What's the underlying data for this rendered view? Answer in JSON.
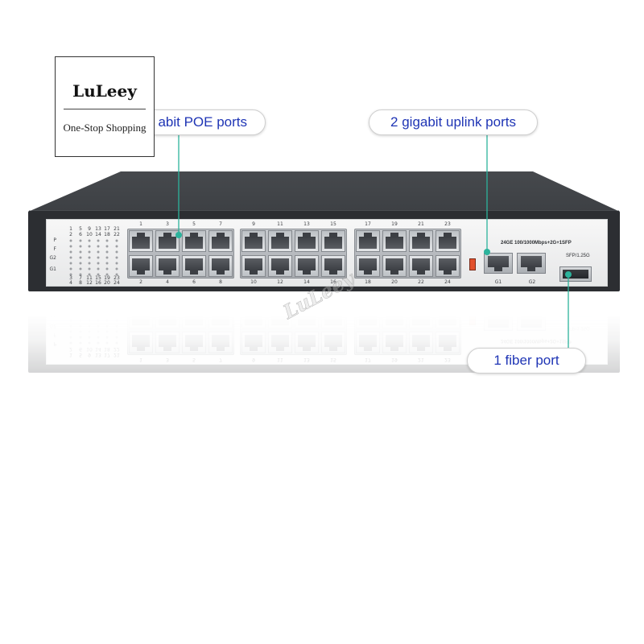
{
  "logo": {
    "brand": "LuLeey",
    "tagline": "One-Stop Shopping"
  },
  "callouts": {
    "poe_ports": "abit POE ports",
    "uplink_ports": "2 gigabit uplink ports",
    "fiber_port": "1 fiber port"
  },
  "switch": {
    "model": "24GE 100/1000Mbps+2G+1SFP",
    "top_ports": [
      "1",
      "3",
      "5",
      "7",
      "9",
      "11",
      "13",
      "15",
      "17",
      "19",
      "21",
      "23"
    ],
    "bottom_ports": [
      "2",
      "4",
      "6",
      "8",
      "10",
      "12",
      "14",
      "16",
      "18",
      "20",
      "22",
      "24"
    ],
    "uplink_labels": [
      "G1",
      "G2"
    ],
    "sfp_label": "SFP/1.25G",
    "led_panel": {
      "status_labels": [
        "P",
        "F",
        "G2",
        "G1"
      ],
      "top_rows": [
        [
          "1",
          "5",
          "9",
          "13",
          "17",
          "21"
        ],
        [
          "2",
          "6",
          "10",
          "14",
          "18",
          "22"
        ]
      ],
      "bottom_rows": [
        [
          "3",
          "7",
          "11",
          "15",
          "19",
          "23"
        ],
        [
          "4",
          "8",
          "12",
          "16",
          "20",
          "24"
        ]
      ]
    }
  },
  "watermark": "LuLeey",
  "colors": {
    "callout_text": "#1f35b5",
    "leader_line": "#2cb39c",
    "chassis": "#2c2e32",
    "top_surface": "#3d4044",
    "link_led": "#e2502c"
  }
}
